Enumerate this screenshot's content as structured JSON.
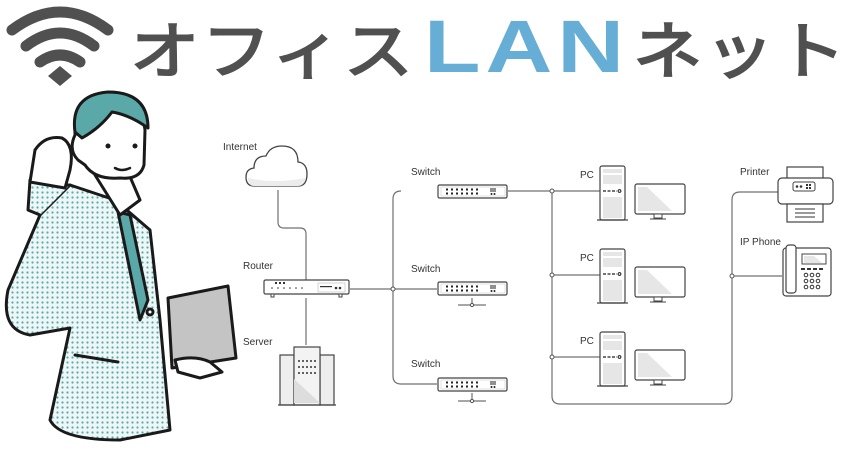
{
  "header": {
    "title_part1": "オフィス",
    "title_part2": "LAN",
    "title_part3": "ネット",
    "title_color_dark": "#505050",
    "title_color_accent": "#67aed6",
    "logo_icon": "wifi-icon"
  },
  "illustration": {
    "figure": "businessman-holding-laptop",
    "accent_color": "#5aa9a8"
  },
  "diagram": {
    "nodes": {
      "internet": "Internet",
      "router": "Router",
      "server": "Server",
      "switch_1": "Switch",
      "switch_2": "Switch",
      "switch_3": "Switch",
      "pc_1": "PC",
      "pc_2": "PC",
      "pc_3": "PC",
      "printer": "Printer",
      "ip_phone": "IP Phone"
    },
    "line_color": "#666666"
  }
}
